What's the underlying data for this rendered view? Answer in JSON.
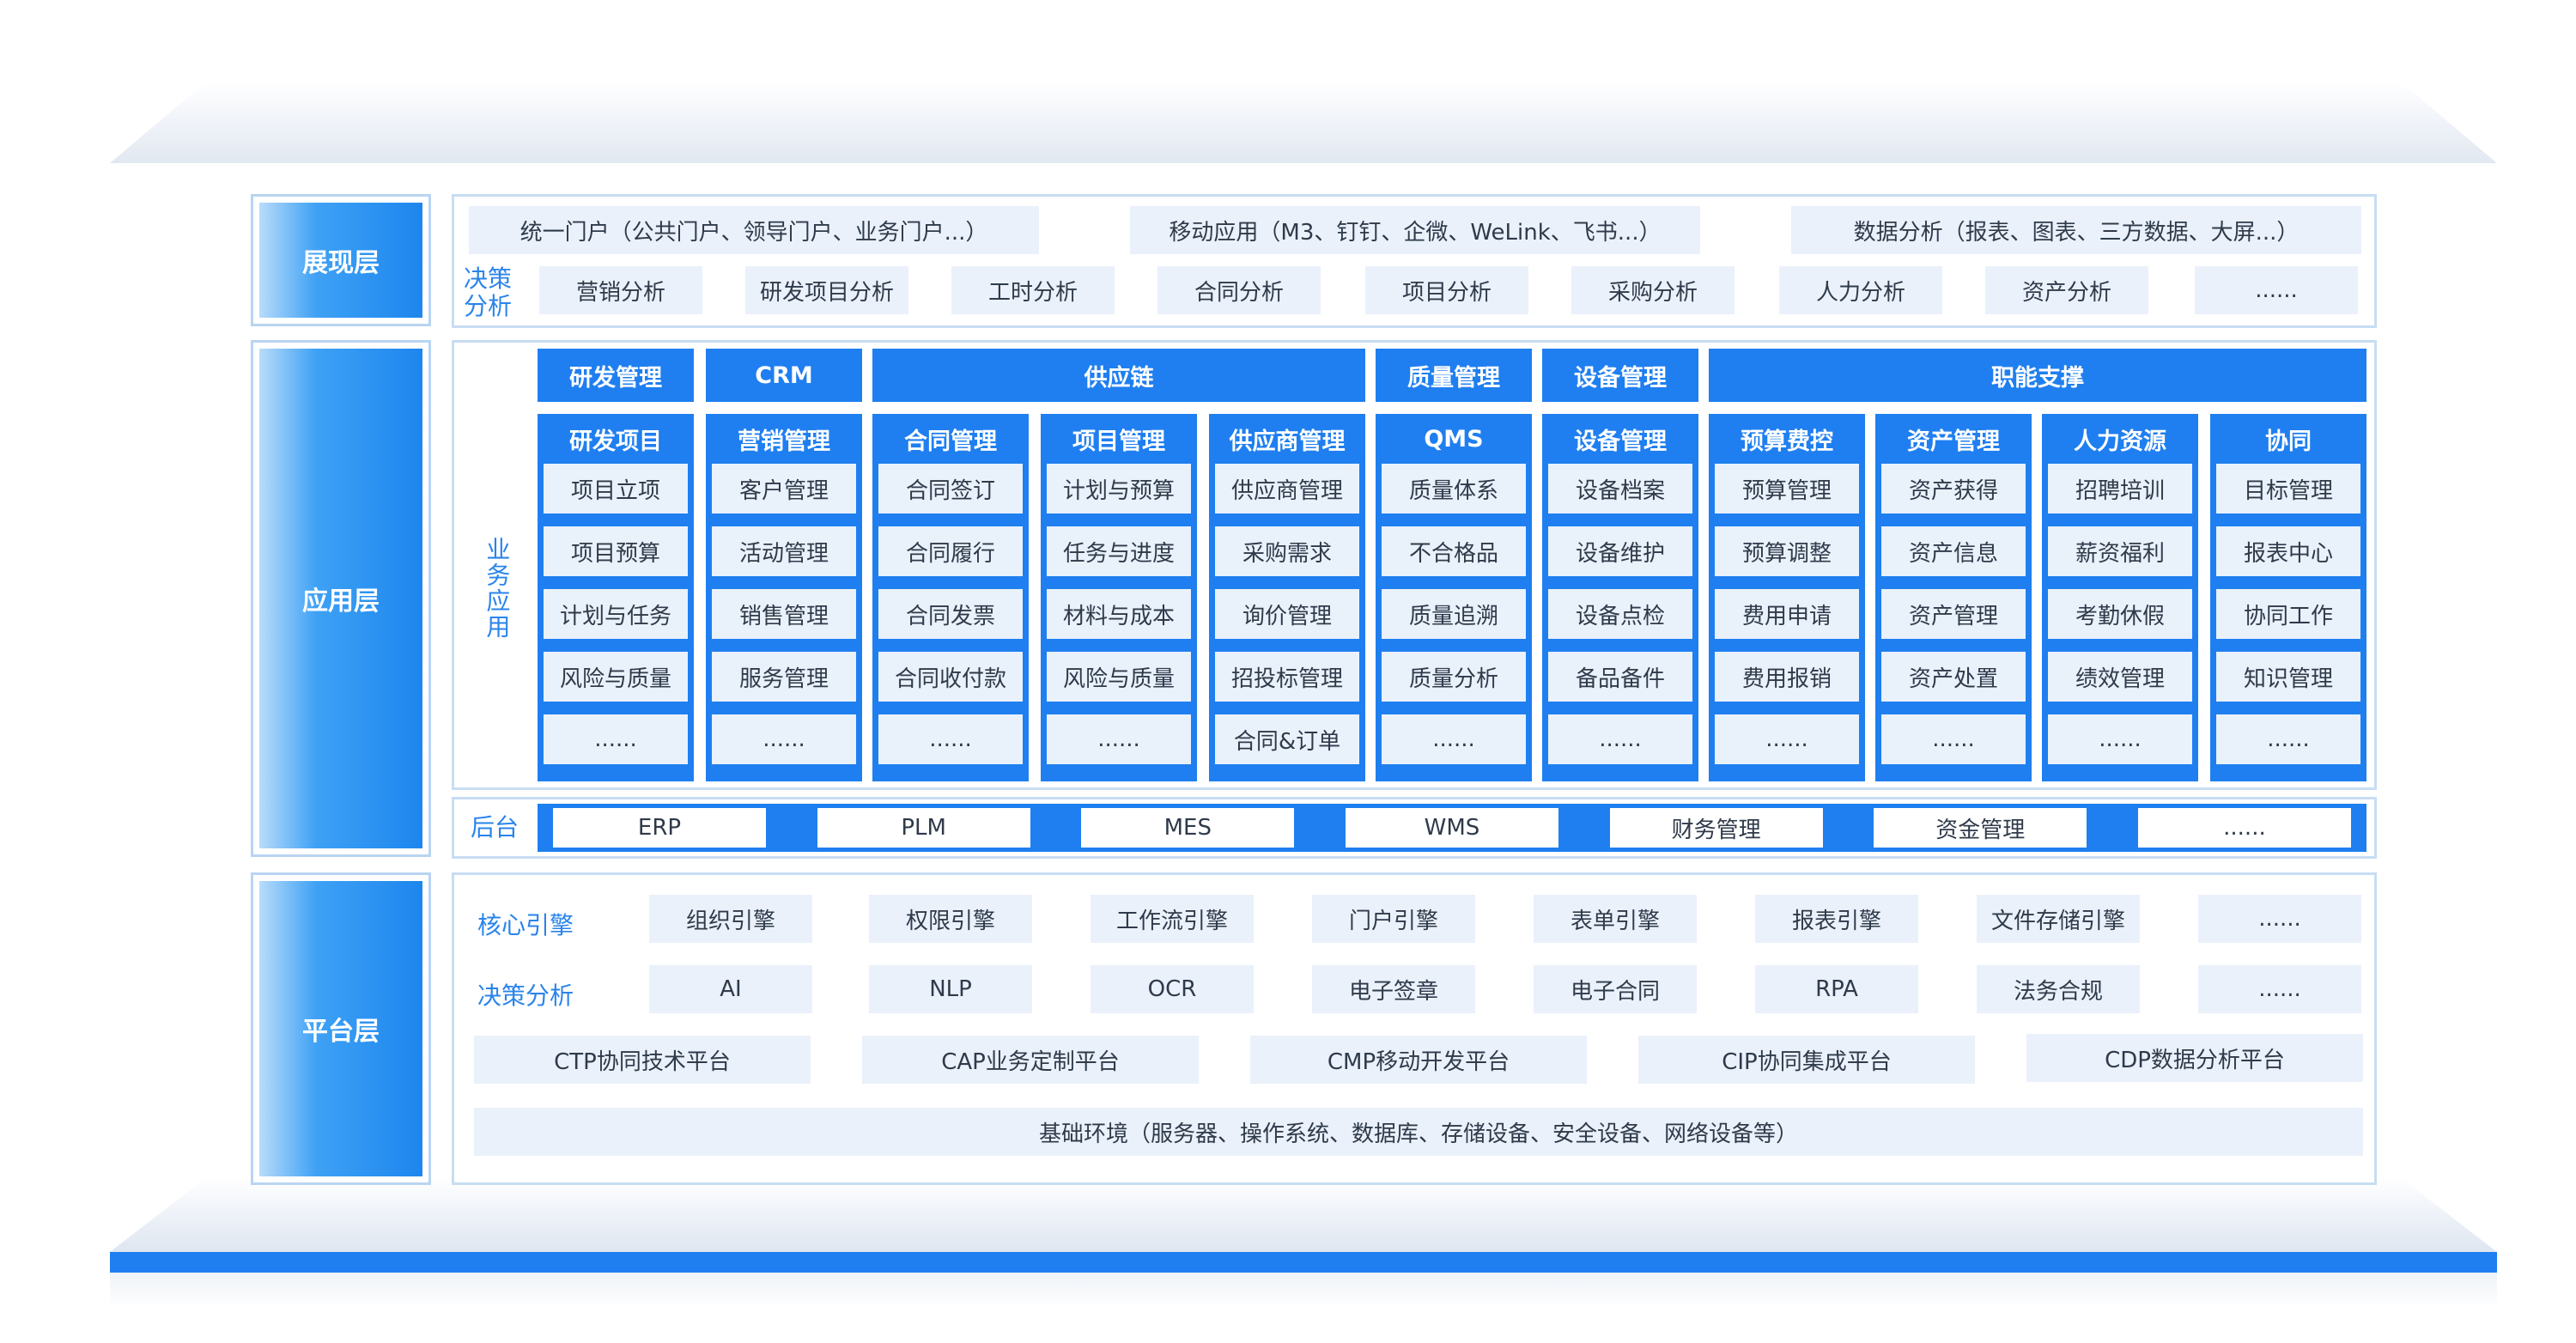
{
  "layers": {
    "presentation": "展现层",
    "application": "应用层",
    "platform": "平台层"
  },
  "presentation": {
    "portals": [
      "统一门户（公共门户、领导门户、业务门户...）",
      "移动应用（M3、钉钉、企微、WeLink、飞书...）",
      "数据分析（报表、图表、三方数据、大屏...）"
    ],
    "decision_tag": "决策分析",
    "analysis": [
      "营销分析",
      "研发项目分析",
      "工时分析",
      "合同分析",
      "项目分析",
      "采购分析",
      "人力分析",
      "资产分析",
      "......"
    ]
  },
  "application": {
    "business_tag": "业务应用",
    "groups": [
      "研发管理",
      "CRM",
      "供应链",
      "质量管理",
      "设备管理",
      "职能支撑"
    ],
    "columns": [
      {
        "title": "研发项目",
        "items": [
          "项目立项",
          "项目预算",
          "计划与任务",
          "风险与质量",
          "......"
        ]
      },
      {
        "title": "营销管理",
        "items": [
          "客户管理",
          "活动管理",
          "销售管理",
          "服务管理",
          "......"
        ]
      },
      {
        "title": "合同管理",
        "items": [
          "合同签订",
          "合同履行",
          "合同发票",
          "合同收付款",
          "......"
        ]
      },
      {
        "title": "项目管理",
        "items": [
          "计划与预算",
          "任务与进度",
          "材料与成本",
          "风险与质量",
          "......"
        ]
      },
      {
        "title": "供应商管理",
        "items": [
          "供应商管理",
          "采购需求",
          "询价管理",
          "招投标管理",
          "合同&订单"
        ]
      },
      {
        "title": "QMS",
        "items": [
          "质量体系",
          "不合格品",
          "质量追溯",
          "质量分析",
          "......"
        ]
      },
      {
        "title": "设备管理",
        "items": [
          "设备档案",
          "设备维护",
          "设备点检",
          "备品备件",
          "......"
        ]
      },
      {
        "title": "预算费控",
        "items": [
          "预算管理",
          "预算调整",
          "费用申请",
          "费用报销",
          "......"
        ]
      },
      {
        "title": "资产管理",
        "items": [
          "资产获得",
          "资产信息",
          "资产管理",
          "资产处置",
          "......"
        ]
      },
      {
        "title": "人力资源",
        "items": [
          "招聘培训",
          "薪资福利",
          "考勤休假",
          "绩效管理",
          "......"
        ]
      },
      {
        "title": "协同",
        "items": [
          "目标管理",
          "报表中心",
          "协同工作",
          "知识管理",
          "......"
        ]
      }
    ],
    "backend_tag": "后台",
    "backend": [
      "ERP",
      "PLM",
      "MES",
      "WMS",
      "财务管理",
      "资金管理",
      "......"
    ]
  },
  "platform": {
    "core_tag": "核心引擎",
    "engines": [
      "组织引擎",
      "权限引擎",
      "工作流引擎",
      "门户引擎",
      "表单引擎",
      "报表引擎",
      "文件存储引擎",
      "......"
    ],
    "decision_tag": "决策分析",
    "decision": [
      "AI",
      "NLP",
      "OCR",
      "电子签章",
      "电子合同",
      "RPA",
      "法务合规",
      "......"
    ],
    "platforms": [
      "CTP协同技术平台",
      "CAP业务定制平台",
      "CMP移动开发平台",
      "CIP协同集成平台",
      "CDP数据分析平台"
    ],
    "infrastructure": "基础环境（服务器、操作系统、数据库、存储设备、安全设备、网络设备等）"
  }
}
